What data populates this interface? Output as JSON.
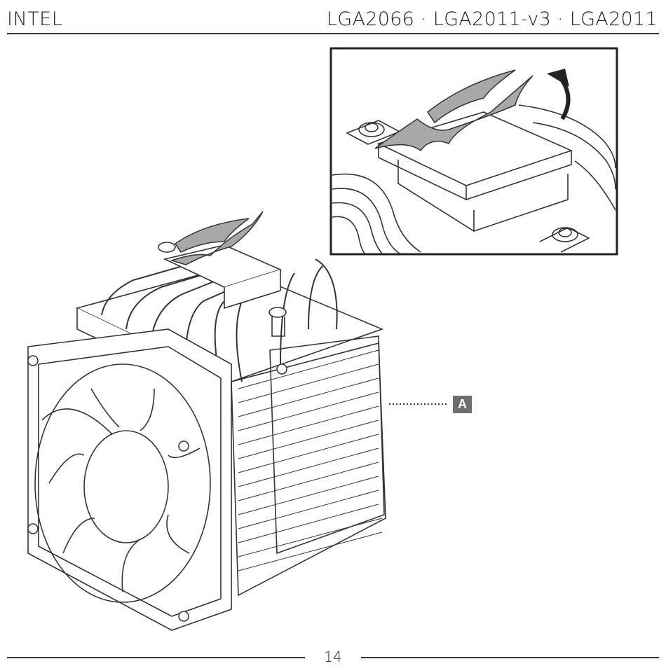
{
  "header": {
    "brand": "INTEL",
    "sockets": "LGA2066 · LGA2011-v3 · LGA2011"
  },
  "callout": {
    "label": "A"
  },
  "footer": {
    "page_number": "14"
  },
  "colors": {
    "line": "#333333",
    "callout_bg": "#6d6d6d",
    "film": "#a8a8a8"
  },
  "illustration": {
    "main": "cpu-cooler-dual-fan",
    "detail": "protective-film-peel",
    "icons": [
      "cooler-icon",
      "fan-icon",
      "heatpipe-icon",
      "peel-arrow-icon",
      "mounting-screw-icon"
    ]
  }
}
